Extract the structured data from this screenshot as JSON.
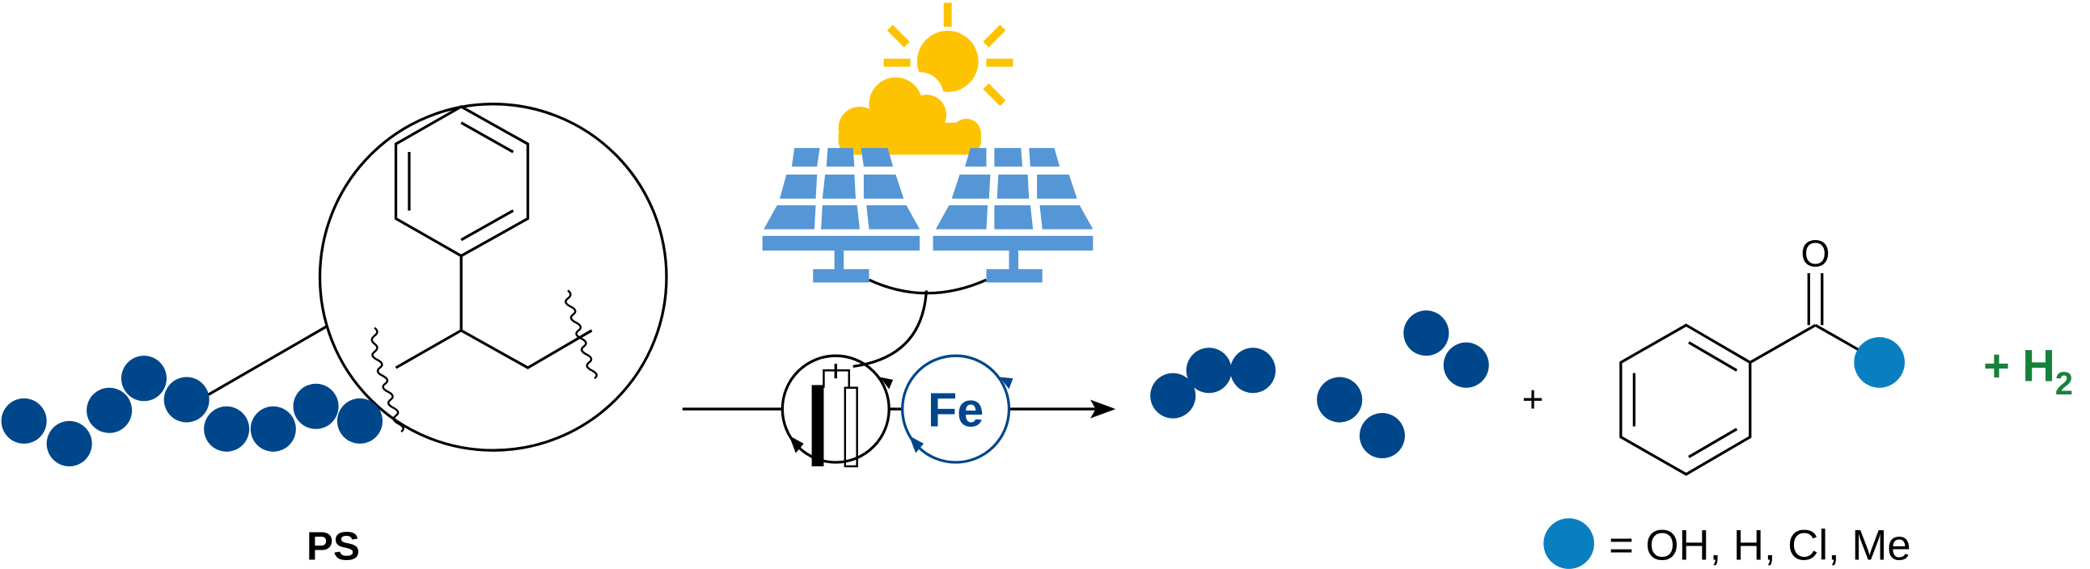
{
  "labels": {
    "polymer": "PS",
    "catalyst": "Fe",
    "plus": "+",
    "h2_plus": "+ H",
    "h2_sub": "2",
    "oxygen": "O",
    "legend_eq": "= OH, H, Cl, Me"
  },
  "colors": {
    "polymer_blue": "#00468b",
    "substituent_blue": "#0a7fc0",
    "h2_green": "#17813a",
    "sun_yellow": "#fdc300",
    "panel_blue": "#5596d6"
  }
}
